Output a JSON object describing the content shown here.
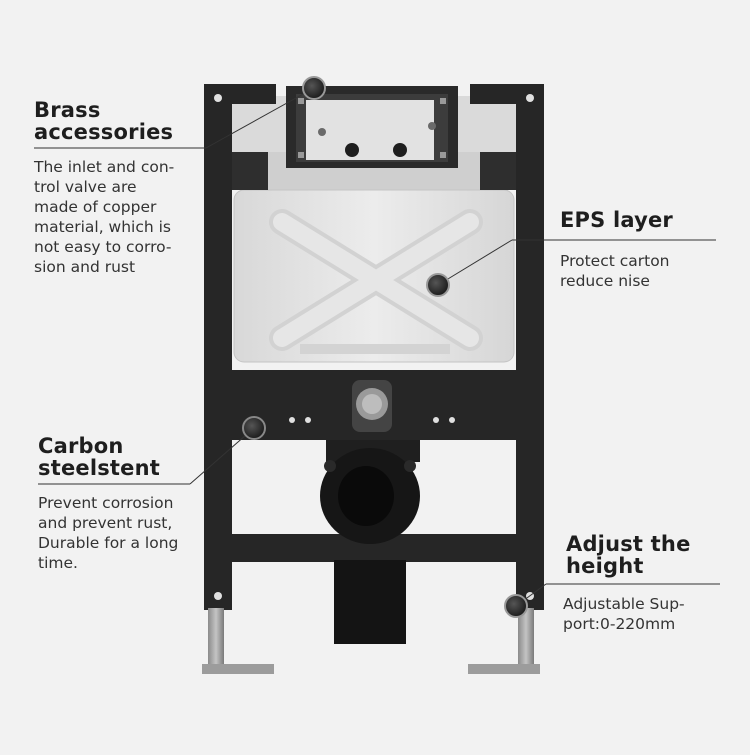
{
  "callouts": {
    "brass": {
      "title_line1": "Brass",
      "title_line2": "accessories",
      "desc": [
        "The inlet and con-",
        "trol valve are",
        "made of copper",
        "material, which is",
        "not easy to corro-",
        "sion and rust"
      ]
    },
    "eps": {
      "title": "EPS layer",
      "desc": [
        "Protect carton",
        "reduce nise"
      ]
    },
    "carbon": {
      "title_line1": "Carbon",
      "title_line2": "steelstent",
      "desc": [
        "Prevent corrosion",
        "and prevent rust,",
        "Durable for a long",
        "time."
      ]
    },
    "adjust": {
      "title_line1": "Adjust the",
      "title_line2": "height",
      "desc": [
        "Adjustable Sup-",
        "port:0-220mm"
      ]
    }
  },
  "colors": {
    "background": "#f2f2f2",
    "frame": "#262626",
    "tank": "#e4e4e4",
    "marker": "#2b2b2b",
    "text": "#222222"
  }
}
